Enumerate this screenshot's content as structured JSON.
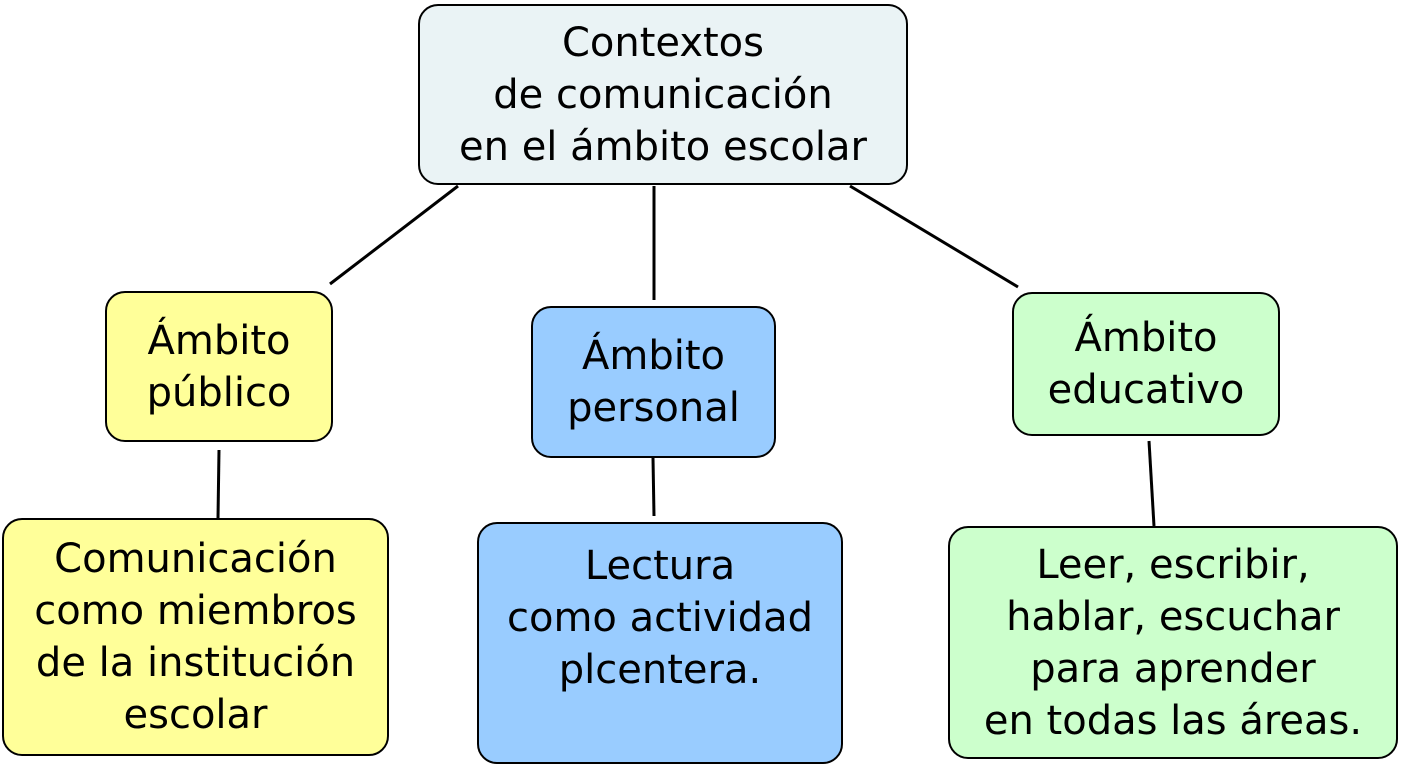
{
  "colors": {
    "root_fill": "#eaf3f5",
    "publico_fill": "#ffff99",
    "personal_fill": "#99ccff",
    "educativo_fill": "#ccffcc",
    "border": "#000000",
    "line": "#000000"
  },
  "root": {
    "text": "Contextos\nde comunicación\nen el ámbito escolar"
  },
  "ambitos": [
    {
      "title": "Ámbito\npúblico",
      "detail": "Comunicación\ncomo miembros\nde la institución\nescolar"
    },
    {
      "title": "Ámbito\npersonal",
      "detail": "Lectura\ncomo actividad\nplcentera."
    },
    {
      "title": "Ámbito\neducativo",
      "detail": "Leer, escribir,\nhablar, escuchar\npara aprender\nen todas las áreas."
    }
  ]
}
